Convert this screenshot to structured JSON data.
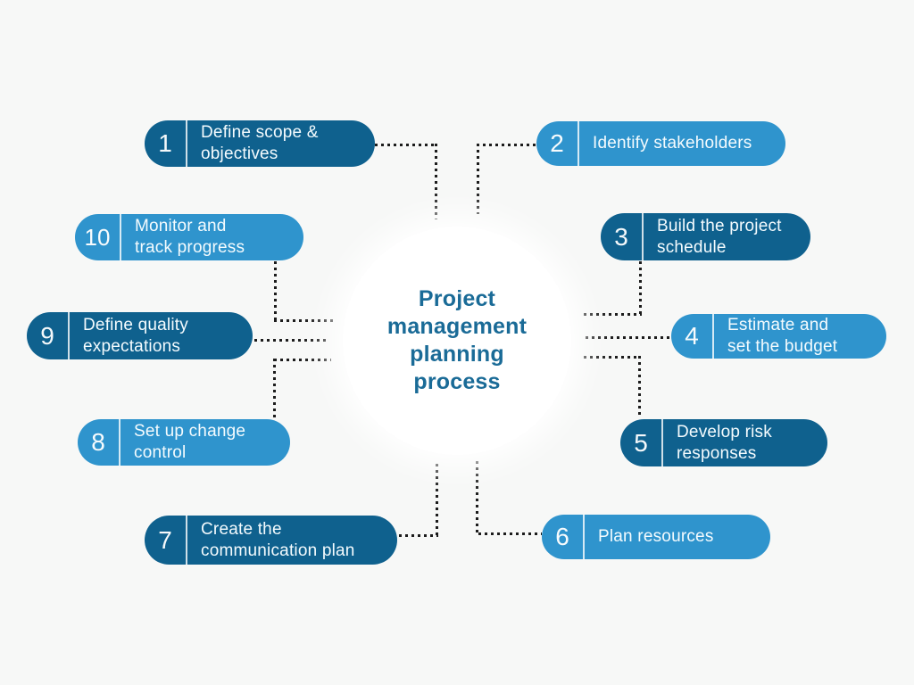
{
  "title": "Project management planning process",
  "center": {
    "lines": [
      "Project",
      "management",
      "planning",
      "process"
    ]
  },
  "steps": [
    {
      "number": "1",
      "tone": "dark",
      "lines": [
        "Define scope &",
        "objectives"
      ]
    },
    {
      "number": "2",
      "tone": "light",
      "lines": [
        "Identify stakeholders",
        ""
      ]
    },
    {
      "number": "3",
      "tone": "dark",
      "lines": [
        "Build the project",
        "schedule"
      ]
    },
    {
      "number": "4",
      "tone": "light",
      "lines": [
        "Estimate and",
        "set the budget"
      ]
    },
    {
      "number": "5",
      "tone": "dark",
      "lines": [
        "Develop risk",
        "responses"
      ]
    },
    {
      "number": "6",
      "tone": "light",
      "lines": [
        "Plan resources",
        ""
      ]
    },
    {
      "number": "7",
      "tone": "dark",
      "lines": [
        "Create the",
        "communication plan"
      ]
    },
    {
      "number": "8",
      "tone": "light",
      "lines": [
        "Set up change",
        "control"
      ]
    },
    {
      "number": "9",
      "tone": "dark",
      "lines": [
        "Define quality",
        "expectations"
      ]
    },
    {
      "number": "10",
      "tone": "light",
      "lines": [
        "Monitor and",
        "track progress"
      ]
    }
  ],
  "colors": {
    "background": "#f7f8f7",
    "pill_dark": "#0f618e",
    "pill_light": "#2f94cd",
    "circle_fill": "#ffffff",
    "center_text": "#1a6b97",
    "pill_text": "#f4fbfe",
    "connector": "#1c1c1c"
  }
}
